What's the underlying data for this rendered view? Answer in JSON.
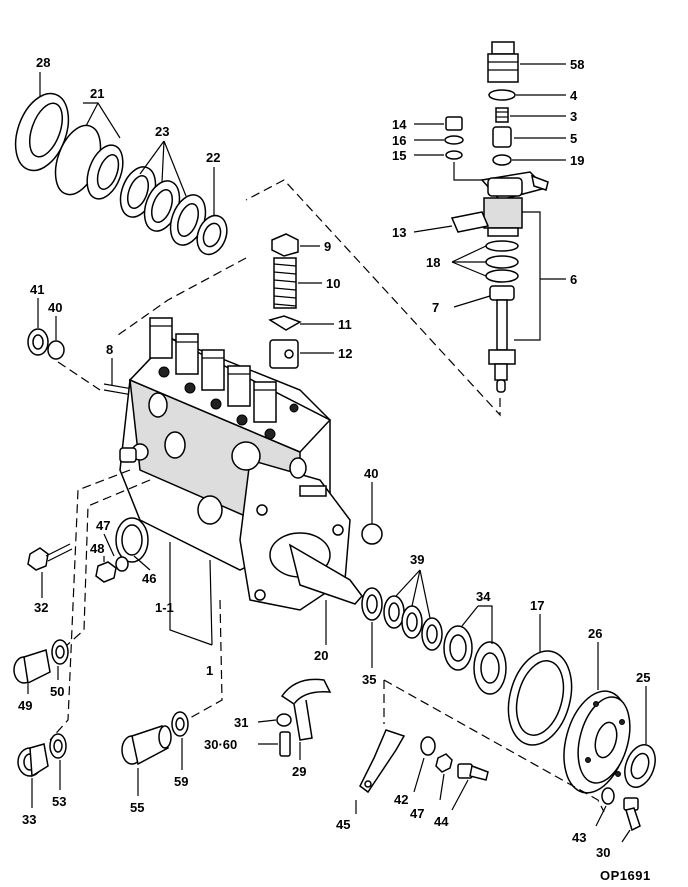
{
  "diagram": {
    "reference_code": "OP1691",
    "callouts": {
      "c28": "28",
      "c21": "21",
      "c23": "23",
      "c22": "22",
      "c58": "58",
      "c4": "4",
      "c3": "3",
      "c5": "5",
      "c19": "19",
      "c14": "14",
      "c16": "16",
      "c15": "15",
      "c13": "13",
      "c9": "9",
      "c10": "10",
      "c11": "11",
      "c12": "12",
      "c18": "18",
      "c6": "6",
      "c7": "7",
      "c41": "41",
      "c40a": "40",
      "c8": "8",
      "c40b": "40",
      "c47a": "47",
      "c48": "48",
      "c46": "46",
      "c32": "32",
      "c1_1": "1-1",
      "c1": "1",
      "c20": "20",
      "c39": "39",
      "c34": "34",
      "c17": "17",
      "c26": "26",
      "c25": "25",
      "c35": "35",
      "c50": "50",
      "c49": "49",
      "c53": "53",
      "c33": "33",
      "c55": "55",
      "c59": "59",
      "c31": "31",
      "c30_60": "30·60",
      "c29": "29",
      "c42": "42",
      "c47b": "47",
      "c44": "44",
      "c45": "45",
      "c43": "43",
      "c30": "30"
    }
  }
}
